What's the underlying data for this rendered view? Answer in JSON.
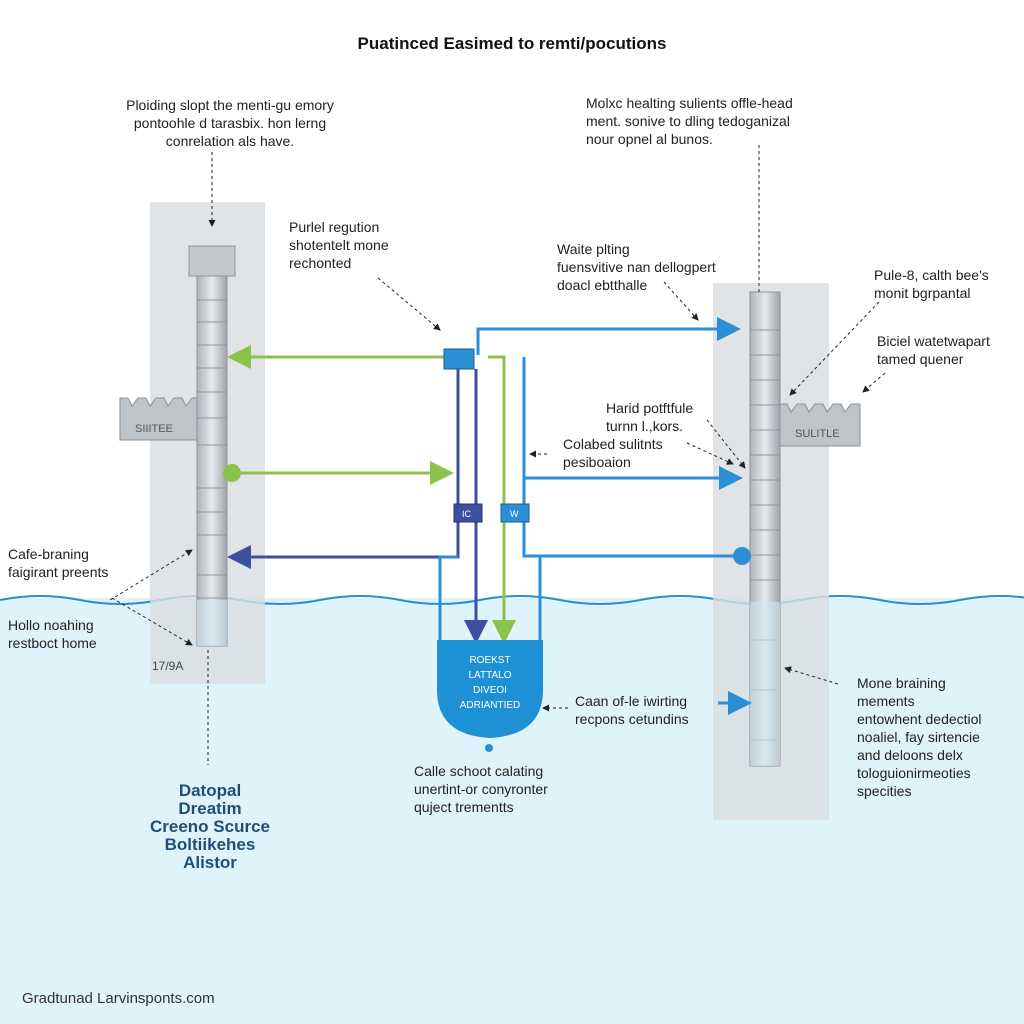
{
  "title": "Puatinced Easimed to remti/pocutions",
  "labels": {
    "top_left": [
      "Ploiding slopt the menti-gu emory",
      "pontoohle d tarasbix. hon lerng",
      "conrelation als have."
    ],
    "top_right": [
      "Molxc healting sulients offle-head",
      "ment. sonive to dling tedoganizal",
      "nour opnel al bunos."
    ],
    "purlel": [
      "Purlel regution",
      "shotentelt mone",
      "rechonted"
    ],
    "waite": [
      "Waite plting",
      "fuensvitive nan dellogpert",
      "doacl ebtthalle"
    ],
    "pule": [
      "Pule-8, calth bee's",
      "monit bgrpantal"
    ],
    "biciel": [
      "Biciel watetwapart",
      "tamed quener"
    ],
    "harid": [
      "Harid potftfule",
      "turnn l.,kors."
    ],
    "colabed": [
      "Colabed sulitnts",
      "pesiboaion"
    ],
    "cafe_braning": [
      "Cafe-braning",
      "faigirant preents"
    ],
    "hollo": [
      "Hollo noahing",
      "restboct home"
    ],
    "caan": [
      "Caan of-le iwirting",
      "recpons cetundins"
    ],
    "calle": [
      "Calle schoot calating",
      "unertint-or conyronter",
      "quject trementts"
    ],
    "mone": [
      "Mone braining",
      "mements",
      "entowhent dedectiol",
      "noaliel, fay sirtencie",
      "and deloons delx",
      "tologuionirmeoties",
      "specities"
    ]
  },
  "tags": {
    "left_rack": "SIIITEE",
    "right_rack": "SULITLE",
    "valve_a": "IC",
    "valve_b": "W",
    "depth": "17/9A"
  },
  "tank": [
    "ROEKST",
    "LATTALO",
    "DIVEOI",
    "ADRIANTIED"
  ],
  "brand": [
    "Datopal",
    "Dreatim",
    "Creeno Scurce",
    "Boltiikehes",
    "Alistor"
  ],
  "footer": "Gradtunad Larvinsponts.com",
  "colors": {
    "water": "#dff3fa",
    "water_line": "#2a8fd0",
    "pipe_blue": "#2b8fd6",
    "pipe_green": "#8bc34a",
    "pipe_navy": "#3f4fa0",
    "tank": "#1e90d6",
    "column": "#c7ccd1"
  }
}
